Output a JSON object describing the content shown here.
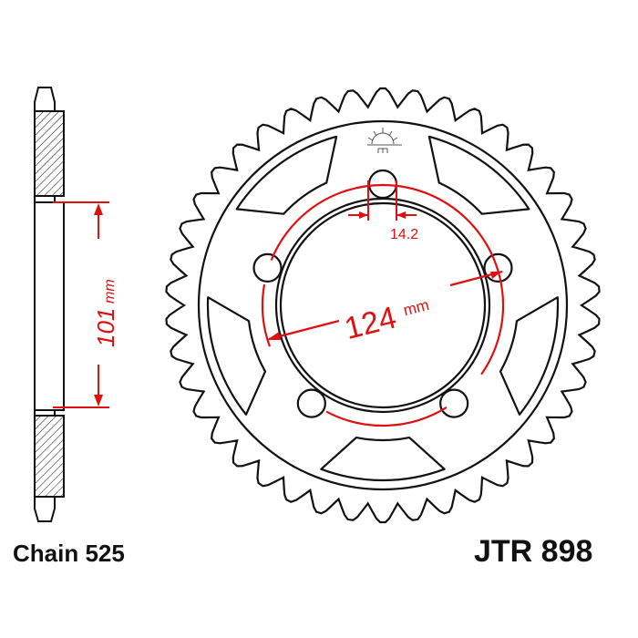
{
  "diagram": {
    "bore_label": "124",
    "bore_unit": "mm",
    "hole_label": "14.2",
    "height_label": "101",
    "height_unit": "mm",
    "chain_label": "Chain 525",
    "part_label": "JTR 898",
    "teeth": 42,
    "bolt_holes": 5,
    "colors": {
      "line": "#111111",
      "dimension": "#e01010"
    }
  }
}
